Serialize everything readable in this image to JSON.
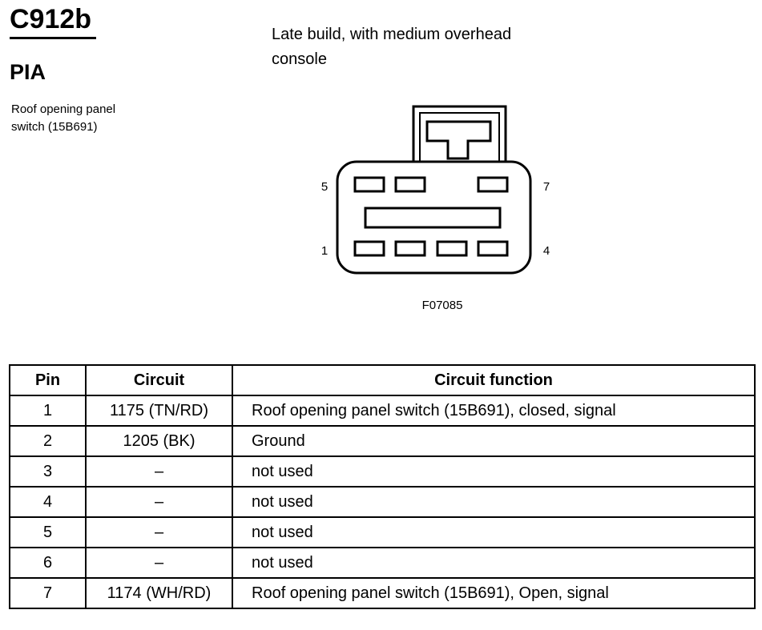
{
  "header": {
    "connector_id": "C912b",
    "location_code": "PIA",
    "component_line1": "Roof opening panel",
    "component_line2": "switch (15B691)",
    "note_line1": "Late build, with medium overhead",
    "note_line2": "console"
  },
  "diagram": {
    "pin_label_top_left": "5",
    "pin_label_top_right": "7",
    "pin_label_bottom_left": "1",
    "pin_label_bottom_right": "4",
    "figure_code": "F07085"
  },
  "table": {
    "headers": {
      "pin": "Pin",
      "circuit": "Circuit",
      "function": "Circuit function"
    },
    "rows": [
      {
        "pin": "1",
        "circuit": "1175 (TN/RD)",
        "function": "Roof opening panel switch (15B691), closed, signal"
      },
      {
        "pin": "2",
        "circuit": "1205 (BK)",
        "function": "Ground"
      },
      {
        "pin": "3",
        "circuit": "–",
        "function": "not used"
      },
      {
        "pin": "4",
        "circuit": "–",
        "function": "not used"
      },
      {
        "pin": "5",
        "circuit": "–",
        "function": "not used"
      },
      {
        "pin": "6",
        "circuit": "–",
        "function": "not used"
      },
      {
        "pin": "7",
        "circuit": "1174 (WH/RD)",
        "function": "Roof opening panel switch (15B691), Open, signal"
      }
    ]
  }
}
